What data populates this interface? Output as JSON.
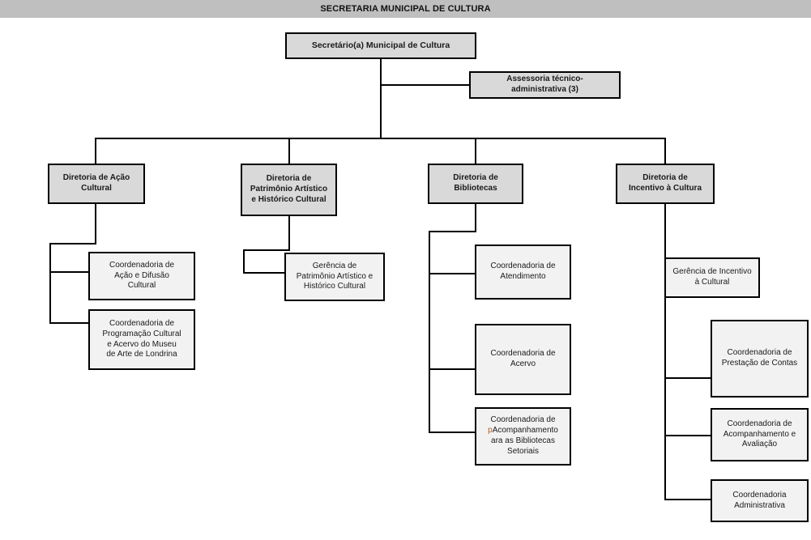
{
  "header": {
    "title": "SECRETARIA MUNICIPAL DE CULTURA",
    "bar_color": "#bfbfbf"
  },
  "colors": {
    "shaded_box": "#d9d9d9",
    "plain_box": "#f2f2f2",
    "border": "#000000",
    "text": "#1a1a1a"
  },
  "chart_data": {
    "type": "diagram",
    "diagram_type": "organizational-chart",
    "title": "SECRETARIA MUNICIPAL DE CULTURA",
    "levels": 3,
    "nodes": [
      {
        "id": "root",
        "label": "Secretário(a) Municipal de Cultura",
        "level": 0,
        "style": "shaded"
      },
      {
        "id": "staff",
        "label": "Assessoria técnico-administrativa (3)",
        "level": 1,
        "style": "shaded",
        "parent": "root",
        "relation": "staff"
      },
      {
        "id": "dir1",
        "label": "Diretoria de Ação Cultural",
        "level": 1,
        "style": "shaded",
        "parent": "root"
      },
      {
        "id": "dir2",
        "label": "Diretoria de Patrimônio Artístico e Histórico Cultural",
        "level": 1,
        "style": "shaded",
        "parent": "root"
      },
      {
        "id": "dir3",
        "label": "Diretoria de Bibliotecas",
        "level": 1,
        "style": "shaded",
        "parent": "root"
      },
      {
        "id": "dir4",
        "label": "Diretoria de Incentivo à Cultura",
        "level": 1,
        "style": "shaded",
        "parent": "root"
      },
      {
        "id": "d1c1",
        "label": "Coordenadoria de Ação e Difusão Cultural",
        "level": 2,
        "style": "plain",
        "parent": "dir1"
      },
      {
        "id": "d1c2",
        "label": "Coordenadoria de Programação Cultural e Acervo do Museu de Arte de Londrina",
        "level": 2,
        "style": "plain",
        "parent": "dir1"
      },
      {
        "id": "d2c1",
        "label": "Gerência de Patrimônio Artístico e Histórico Cultural",
        "level": 2,
        "style": "plain",
        "parent": "dir2"
      },
      {
        "id": "d3c1",
        "label": "Coordenadoria de Atendimento",
        "level": 2,
        "style": "plain",
        "parent": "dir3"
      },
      {
        "id": "d3c2",
        "label": "Coordenadoria de Acervo",
        "level": 2,
        "style": "plain",
        "parent": "dir3"
      },
      {
        "id": "d3c3",
        "label": "Coordenadoria de Acompanhamento para as Bibliotecas Setoriais",
        "level": 2,
        "style": "plain",
        "parent": "dir3"
      },
      {
        "id": "d4c0",
        "label": "Gerência de Incentivo à Cultural",
        "level": 2,
        "style": "plain",
        "parent": "dir4"
      },
      {
        "id": "d4c1",
        "label": "Coordenadoria de Prestação de Contas",
        "level": 2,
        "style": "plain",
        "parent": "dir4"
      },
      {
        "id": "d4c2",
        "label": "Coordenadoria de Acompanhamento e Avaliação",
        "level": 2,
        "style": "plain",
        "parent": "dir4"
      },
      {
        "id": "d4c3",
        "label": "Coordenadoria Administrativa",
        "level": 2,
        "style": "plain",
        "parent": "dir4"
      }
    ]
  },
  "nodes": {
    "root": {
      "line1": "Secretário(a) Municipal de Cultura"
    },
    "staff": {
      "line1": "Assessoria técnico-",
      "line2": "administrativa (3)"
    },
    "dir1": {
      "line1": "Diretoria de Ação",
      "line2": "Cultural"
    },
    "dir2": {
      "line1": "Diretoria de",
      "line2": "Patrimônio Artístico",
      "line3": "e Histórico Cultural"
    },
    "dir3": {
      "line1": "Diretoria de",
      "line2": "Bibliotecas"
    },
    "dir4": {
      "line1": "Diretoria de",
      "line2": "Incentivo à Cultura"
    },
    "d1c1": {
      "line1": "Coordenadoria de",
      "line2": "Ação e Difusão",
      "line3": "Cultural"
    },
    "d1c2": {
      "line1": "Coordenadoria de",
      "line2": "Programação Cultural",
      "line3": "e Acervo do Museu",
      "line4": "de Arte de Londrina"
    },
    "d2c1": {
      "line1": "Gerência de",
      "line2": "Patrimônio Artístico e",
      "line3": "Histórico Cultural"
    },
    "d3c1": {
      "line1": "Coordenadoria de",
      "line2": "Atendimento"
    },
    "d3c2": {
      "line1": "Coordenadoria de",
      "line2": "Acervo"
    },
    "d3c3": {
      "line1": "Coordenadoria de",
      "line2": "Acompanhamento",
      "line3_a": "p",
      "line3_b": "ara as Bibliotecas",
      "line4": "Setoriais"
    },
    "d4c0": {
      "line1": "Gerência de Incentivo",
      "line2": "à Cultural"
    },
    "d4c1": {
      "line1": "Coordenadoria de",
      "line2": "Prestação de Contas"
    },
    "d4c2": {
      "line1": "Coordenadoria de",
      "line2": "Acompanhamento e",
      "line3": "Avaliação"
    },
    "d4c3": {
      "line1": "Coordenadoria",
      "line2": "Administrativa"
    }
  }
}
